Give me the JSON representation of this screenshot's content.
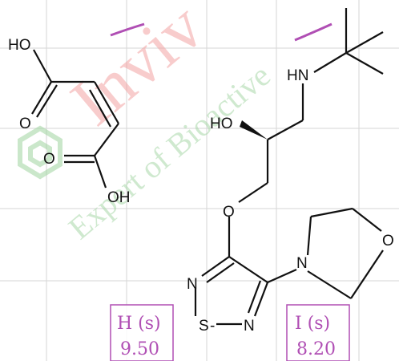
{
  "watermark": {
    "brand": "Inviv",
    "tagline": "Expert of Bioactive",
    "brand_color": "#f2a3a3",
    "tagline_color": "#9fd39f",
    "tagline_color_2": "#e8d68a"
  },
  "structure": {
    "maleic_acid_labels": {
      "oh_top": "HO",
      "o_top": "O",
      "o_bottom": "O",
      "oh_bottom": "OH"
    },
    "timolol_labels": {
      "nh": "HN",
      "oh": "HO",
      "ether_o": "O",
      "thiadiazole_n1": "N",
      "thiadiazole_s": "S",
      "thiadiazole_n2": "N",
      "morpholine_n": "N",
      "morpholine_o": "O"
    }
  },
  "nmr_labels": [
    {
      "peak": "H (s)",
      "shift": "9.50"
    },
    {
      "peak": "I (s)",
      "shift": "8.20"
    }
  ],
  "colors": {
    "label_box": "#b04fb4",
    "grid": "#d6d6d6",
    "bond": "#111111"
  }
}
